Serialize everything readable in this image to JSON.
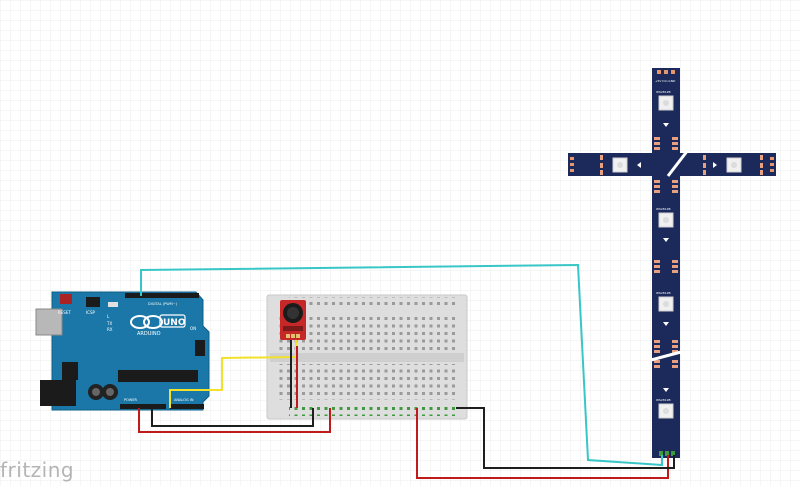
{
  "app": {
    "name": "fritzing"
  },
  "arduino": {
    "brand": "UNO",
    "maker": "ARDUINO",
    "reset_label": "RESET",
    "icsp_label": "ICSP",
    "digital_label": "DIGITAL (PWM~)",
    "power_label": "POWER",
    "analog_label": "ANALOG IN",
    "tx_label": "TX",
    "rx_label": "RX",
    "l_label": "L",
    "on_label": "ON"
  },
  "led_strip": {
    "chip_label": "WS2812B",
    "pad_label": "+5V Din GND"
  },
  "colors": {
    "grid": "#e9e9e9",
    "board": "#1a77a7",
    "board_dark": "#0f5f88",
    "strip": "#1c2a5b",
    "mic_board": "#c92a2a",
    "wire_cyan": "#38c6c6",
    "wire_yellow": "#f2e12b",
    "wire_red": "#bf1b1b",
    "wire_black": "#1e1e1e",
    "breadboard": "#e0e0e0"
  }
}
